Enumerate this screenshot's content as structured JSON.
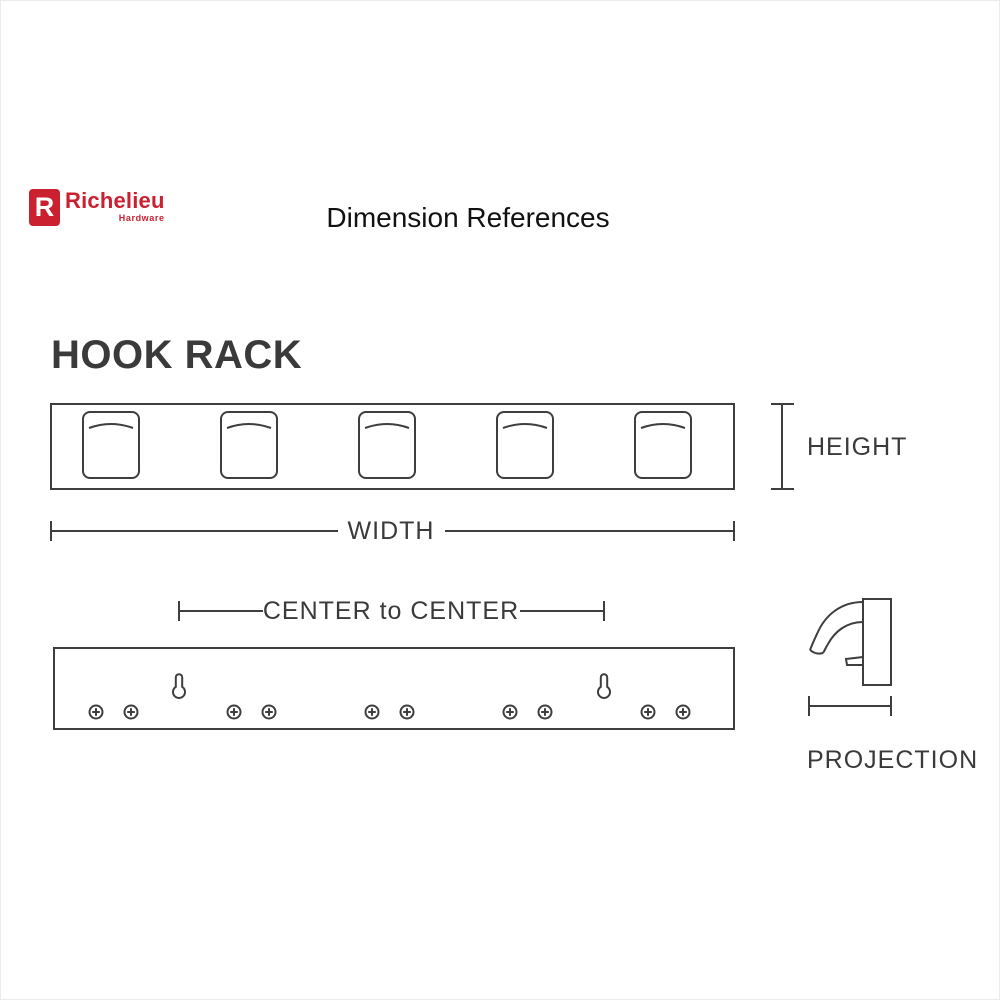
{
  "brand": {
    "name": "Richelieu",
    "tagline": "Hardware",
    "logo_letter": "R",
    "color": "#cb2030"
  },
  "header": {
    "title": "Dimension References"
  },
  "diagram": {
    "heading": "HOOK RACK",
    "labels": {
      "height": "HEIGHT",
      "width": "WIDTH",
      "center_to_center": "CENTER to CENTER",
      "projection": "PROJECTION"
    },
    "front_view": {
      "hook_count": 5
    },
    "back_view": {
      "screw_pair_count": 5,
      "keyhole_count": 2
    },
    "line_color": "#3e3e3e"
  }
}
